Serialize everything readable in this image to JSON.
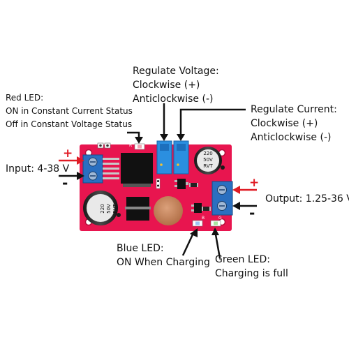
{
  "labels": {
    "red_led": {
      "line1": "Red LED:",
      "line2": "ON in Constant Current Status",
      "line3": "Off in Constant Voltage Status"
    },
    "regulate_voltage": {
      "line1": "Regulate Voltage:",
      "line2": "Clockwise (+)",
      "line3": "Anticlockwise (-)"
    },
    "regulate_current": {
      "line1": "Regulate Current:",
      "line2": "Clockwise (+)",
      "line3": "Anticlockwise (-)"
    },
    "input": "Input: 4-38 V",
    "output": "Output: 1.25-36 V",
    "blue_led": {
      "line1": "Blue LED:",
      "line2": "ON When Charging"
    },
    "green_led": {
      "line1": "Green LED:",
      "line2": "Charging is full"
    }
  },
  "board": {
    "capacitor_text": {
      "line1": "220",
      "line2": "50V",
      "line3": "RVT"
    },
    "silk": {
      "r": "R",
      "b": "B",
      "g": "G"
    }
  },
  "signs": {
    "plus": "+",
    "minus": "-"
  },
  "colors": {
    "pcb": "#e8154f",
    "terminal": "#2a6fc0",
    "trimmer": "#2b8fe0",
    "arrow_red": "#e01b24",
    "arrow_black": "#111111",
    "inductor": "#c9875a",
    "chip": "#111111"
  }
}
